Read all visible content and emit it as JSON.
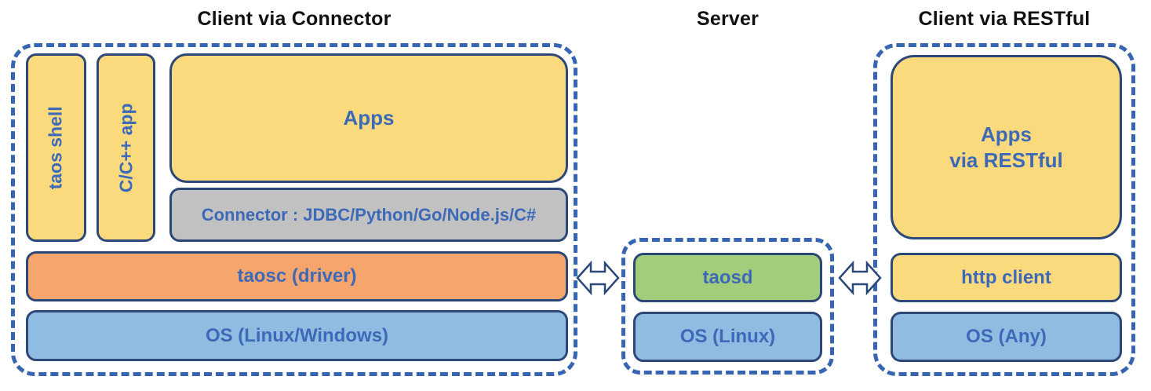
{
  "sections": {
    "client_connector": {
      "title": "Client via Connector",
      "taos_shell": "taos shell",
      "cpp_app": "C/C++ app",
      "apps": "Apps",
      "connector": "Connector : JDBC/Python/Go/Node.js/C#",
      "taosc": "taosc (driver)",
      "os": "OS (Linux/Windows)"
    },
    "server": {
      "title": "Server",
      "taosd": "taosd",
      "os": "OS (Linux)"
    },
    "client_restful": {
      "title": "Client via RESTful",
      "apps_line1": "Apps",
      "apps_line2": "via RESTful",
      "http_client": "http client",
      "os": "OS (Any)"
    },
    "arrows": {
      "left": "bidirectional",
      "right": "bidirectional"
    }
  },
  "colors": {
    "app_yellow": "#FBD97D",
    "driver_orange": "#F6A56C",
    "server_green": "#A4CD7B",
    "os_blue": "#90BCE2",
    "connector_gray": "#C1C1C1",
    "box_border_navy": "#2C4878",
    "dashed_border_blue": "#3765B2",
    "label_blue": "#3C69B8",
    "title_black": "#111111"
  }
}
